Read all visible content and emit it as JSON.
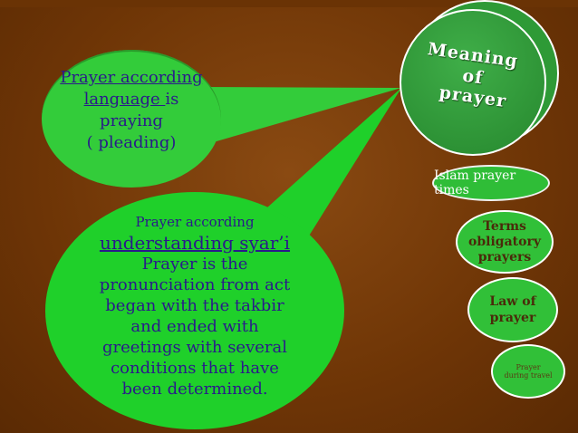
{
  "bubble_language": {
    "line1": "Prayer according",
    "line2_underlined": "language ",
    "line2_rest": "is",
    "line3": "praying",
    "line4": "( pleading)"
  },
  "bubble_syari": {
    "line1": "Prayer according",
    "line2": "understanding syar’i",
    "line3": "Prayer is the",
    "line4": "pronunciation from act",
    "line5": "began with the takbir",
    "line6": "and ended with",
    "line7": "greetings with several",
    "line8": "conditions that have",
    "line9": "been determined."
  },
  "meaning": {
    "line1": "Meaning",
    "line2": "of",
    "line3": "prayer"
  },
  "menu": {
    "islam_prayer_times": "Islam prayer times",
    "terms": "Terms obligatory prayers",
    "law": "Law of prayer",
    "travel": "Prayer during travel"
  },
  "colors": {
    "background": "#6e3506",
    "bubble_green": "#1fd02a",
    "text_blue": "#2a1a8a"
  }
}
